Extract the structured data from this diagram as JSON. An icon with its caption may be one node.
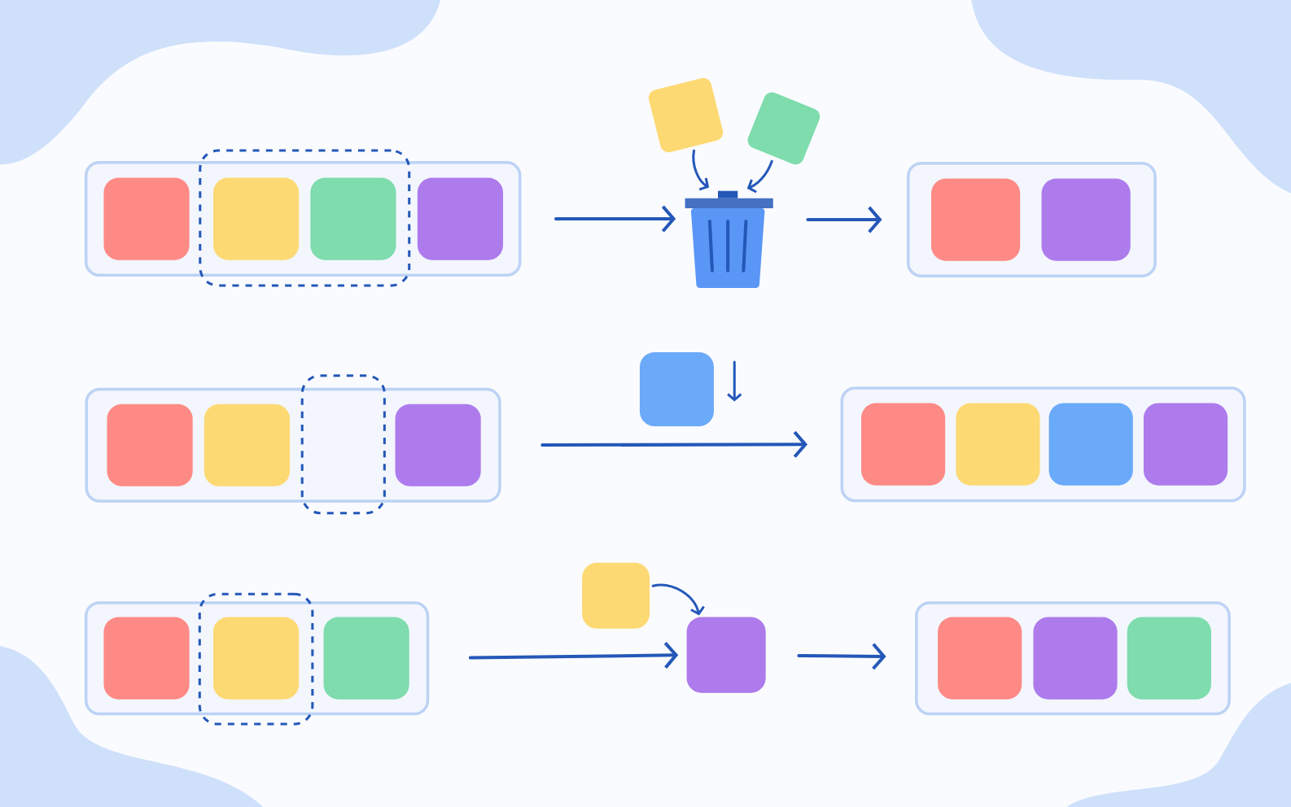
{
  "diagram": {
    "nodes": [
      {
        "text": [],
        "shape": "box"
      },
      {
        "text": [],
        "shape": "box",
        "in": 0
      },
      {
        "text": [],
        "shape": "box"
      },
      {
        "text": [],
        "shape": "box",
        "in": 2
      },
      {
        "text": [],
        "shape": "box",
        "in": 2
      },
      {
        "text": [],
        "shape": "box",
        "in": 0
      },
      {
        "text": [],
        "shape": "box"
      },
      {
        "text": [],
        "shape": "box"
      },
      {
        "text": [],
        "shape": "picture"
      },
      {
        "text": [],
        "shape": "box"
      },
      {
        "text": [],
        "shape": "box",
        "in": 9
      },
      {
        "text": [],
        "shape": "box",
        "in": 9
      },
      {
        "text": [],
        "shape": "box"
      },
      {
        "text": [],
        "shape": "box",
        "in": 12
      },
      {
        "text": [],
        "shape": "box",
        "in": 12
      },
      {
        "text": [],
        "shape": "box"
      },
      {
        "text": [],
        "shape": "box",
        "in": 12
      },
      {
        "text": [],
        "shape": "box"
      },
      {
        "text": [],
        "shape": "box"
      },
      {
        "text": [],
        "shape": "box",
        "in": 18
      },
      {
        "text": [],
        "shape": "box",
        "in": 18
      },
      {
        "text": [],
        "shape": "box",
        "in": 18
      },
      {
        "text": [],
        "shape": "box",
        "in": 18
      },
      {
        "text": [],
        "shape": "box"
      },
      {
        "text": [],
        "shape": "box",
        "in": 23
      },
      {
        "text": [],
        "shape": "box"
      },
      {
        "text": [],
        "shape": "box",
        "in": 25
      },
      {
        "text": [],
        "shape": "box",
        "in": 23
      },
      {
        "text": [],
        "shape": "box"
      },
      {
        "text": [],
        "shape": "box"
      },
      {
        "text": [],
        "shape": "box"
      },
      {
        "text": [],
        "shape": "box",
        "in": 30
      },
      {
        "text": [],
        "shape": "box",
        "in": 30
      },
      {
        "text": [],
        "shape": "box",
        "in": 30
      }
    ],
    "edges": [
      {
        "from": 0,
        "to": 8,
        "arrow": "to"
      },
      {
        "from": 6,
        "to": 8,
        "arrow": "to"
      },
      {
        "from": 7,
        "to": 8,
        "arrow": "to"
      },
      {
        "from": 8,
        "to": 9,
        "arrow": "to"
      },
      {
        "from": 12,
        "to": 18,
        "arrow": "to"
      },
      {
        "from": 23,
        "to": 29,
        "arrow": "to"
      },
      {
        "from": 28,
        "to": 29,
        "arrow": "to"
      },
      {
        "from": 29,
        "to": 30,
        "arrow": "to"
      }
    ]
  }
}
